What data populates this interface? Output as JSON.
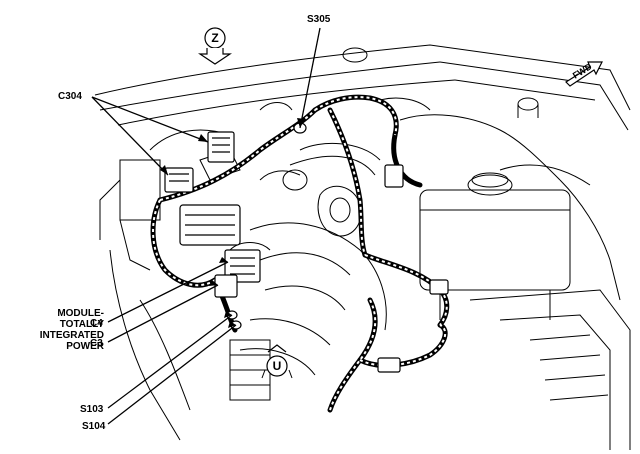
{
  "labels": {
    "s305": "S305",
    "c304": "C304",
    "module_line1": "MODULE-",
    "module_line2": "TOTALLY",
    "module_line3": "INTEGRATED",
    "module_line4": "POWER",
    "c4": "C4",
    "c3": "C3",
    "s103": "S103",
    "s104": "S104"
  },
  "view_markers": {
    "top_view": "Z",
    "bottom_view": "U",
    "direction": "FWD"
  },
  "icons": [
    "view-z-arrow-icon",
    "view-u-arrow-icon",
    "forward-arrow-icon"
  ]
}
